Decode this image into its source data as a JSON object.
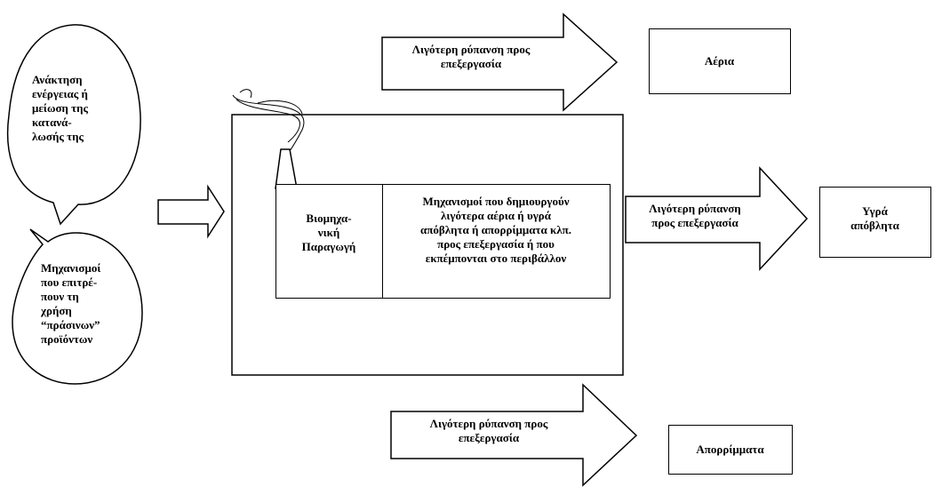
{
  "inputs": {
    "energy_bubble": "Ανάκτηση\nενέργειας ή\nμείωση της\nκατανά-\nλωσής της",
    "green_bubble": "Μηχανισμοί\nπου επιτρέ-\nπουν τη\nχρήση\n“πράσινων”\nπροϊόντων"
  },
  "factory": {
    "production_label": "Βιομηχα-\nνική\nΠαραγωγή",
    "mechanisms_label": "Μηχανισμοί που δημιουργούν\nλιγότερα  αέρια ή υγρά\nαπόβλητα ή απορρίμματα κλπ.\nπρος επεξεργασία ή που\nεκπέμπονται στο περιβάλλον"
  },
  "outputs": {
    "gas_arrow": "Λιγότερη ρύπανση προς\nεπεξεργασία",
    "gas_box": "Αέρια",
    "liquid_arrow": "Λιγότερη ρύπανση\nπρος επεξεργασία",
    "liquid_box": "Υγρά\nαπόβλητα",
    "solid_arrow": "Λιγότερη ρύπανση προς\nεπεξεργασία",
    "solid_box": "Απορρίμματα"
  }
}
